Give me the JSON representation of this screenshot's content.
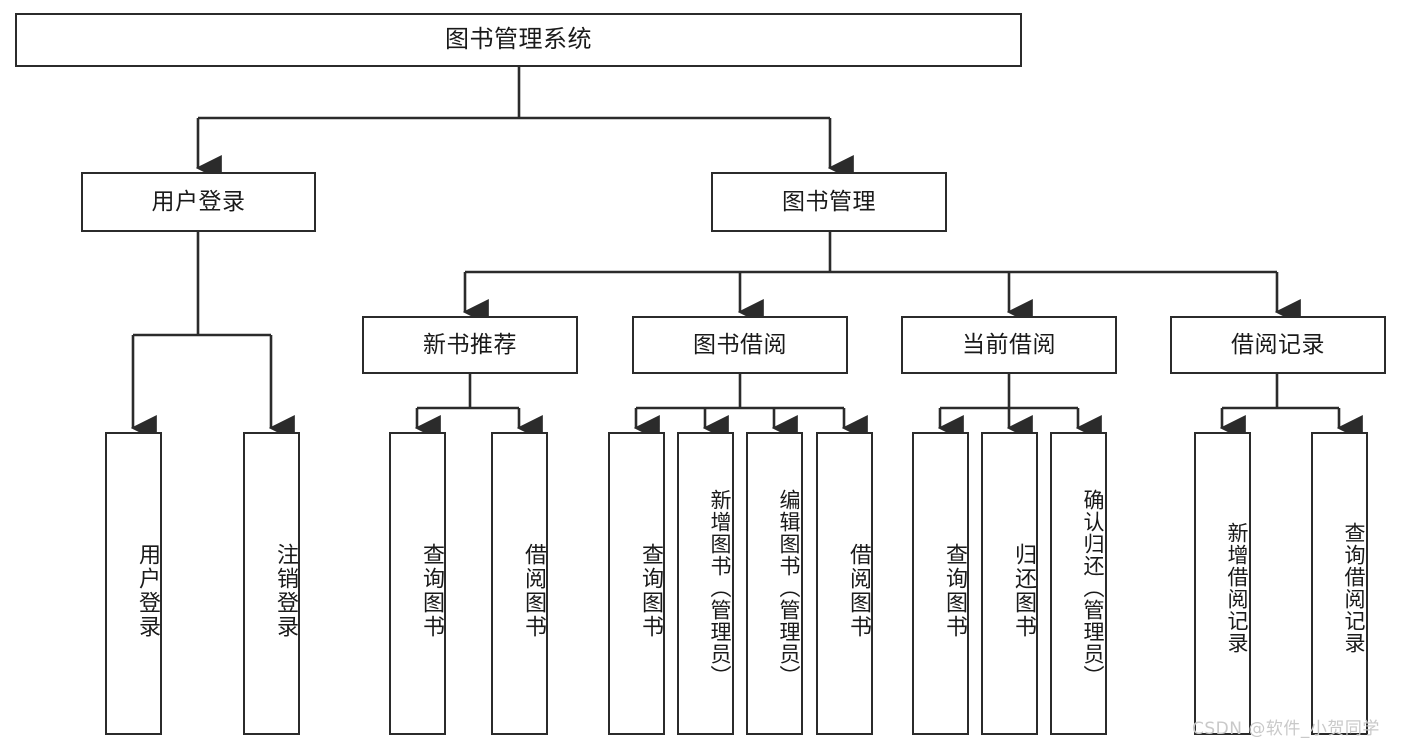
{
  "diagram": {
    "type": "hierarchy-tree",
    "title": "图书管理系统",
    "background": "#ffffff",
    "line_color": "#2b2b2b",
    "text_color": "#1a1a1a"
  },
  "root": {
    "label": "图书管理系统"
  },
  "level2": [
    {
      "label": "用户登录"
    },
    {
      "label": "图书管理"
    }
  ],
  "level3": [
    {
      "label": "新书推荐"
    },
    {
      "label": "图书借阅"
    },
    {
      "label": "当前借阅"
    },
    {
      "label": "借阅记录"
    }
  ],
  "leaves": {
    "user_login": [
      {
        "label": "用户登录"
      },
      {
        "label": "注销登录"
      }
    ],
    "new_book_recommend": [
      {
        "label": "查询图书"
      },
      {
        "label": "借阅图书"
      }
    ],
    "book_borrow": [
      {
        "label": "查询图书"
      },
      {
        "label": "新增图书（管理员）"
      },
      {
        "label": "编辑图书（管理员）"
      },
      {
        "label": "借阅图书"
      }
    ],
    "current_borrow": [
      {
        "label": "查询图书"
      },
      {
        "label": "归还图书"
      },
      {
        "label": "确认归还（管理员）"
      }
    ],
    "borrow_record": [
      {
        "label": "新增借阅记录"
      },
      {
        "label": "查询借阅记录"
      }
    ]
  },
  "watermark": {
    "text": "CSDN @软件_小贺同学",
    "color": "#c9c9c9"
  }
}
